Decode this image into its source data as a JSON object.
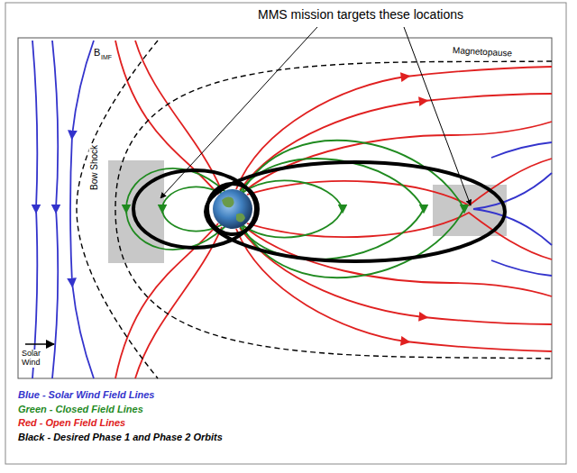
{
  "diagram": {
    "title": "MMS mission targets these locations",
    "labels": [
      "B",
      "IMF",
      "Bow Shock",
      "Magnetopause",
      "Solar Wind"
    ],
    "legend": [
      {
        "text": "Blue - Solar Wind Field Lines",
        "color": "#3333cc"
      },
      {
        "text": "Green - Closed Field Lines",
        "color": "#1f8a1f"
      },
      {
        "text": "Red - Open Field Lines",
        "color": "#e02020"
      },
      {
        "text": "Black - Desired Phase 1 and Phase 2 Orbits",
        "color": "#000000"
      }
    ]
  }
}
